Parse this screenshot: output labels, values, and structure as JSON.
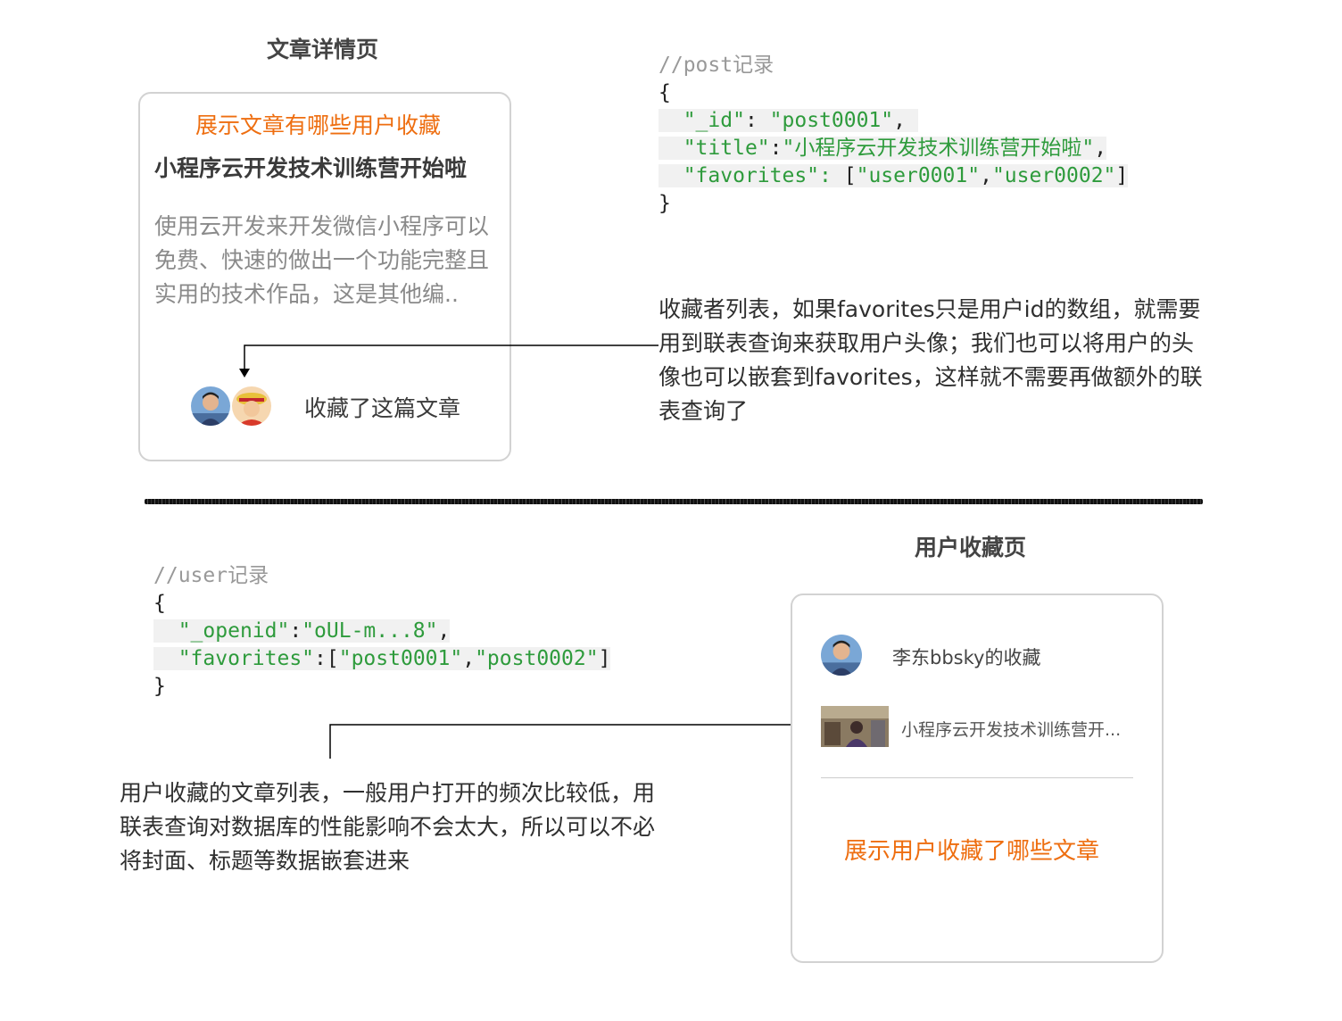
{
  "top": {
    "heading": "文章详情页",
    "card": {
      "highlight": "展示文章有哪些用户收藏",
      "title": "小程序云开发技术训练营开始啦",
      "summary": "使用云开发来开发微信小程序可以免费、快速的做出一个功能完整且实用的技术作品，这是其他编..",
      "favorited_text": "收藏了这篇文章"
    },
    "code": {
      "comment": "//post记录",
      "open": "{",
      "id_key": "\"_id\"",
      "id_val": "\"post0001\"",
      "title_key": "\"title\"",
      "title_val": "\"小程序云开发技术训练营开始啦\"",
      "fav_key": "\"favorites\"",
      "fav_val1": "\"user0001\"",
      "fav_val2": "\"user0002\"",
      "close": "}"
    },
    "note": "收藏者列表，如果favorites只是用户id的数组，就需要用到联表查询来获取用户头像；我们也可以将用户的头像也可以嵌套到favorites，这样就不需要再做额外的联表查询了"
  },
  "bottom": {
    "heading": "用户收藏页",
    "code": {
      "comment": "//user记录",
      "open": "{",
      "openid_key": "\"_openid\"",
      "openid_val": "\"oUL-m...8\"",
      "fav_key": "\"favorites\"",
      "fav_val1": "\"post0001\"",
      "fav_val2": "\"post0002\"",
      "close": "}"
    },
    "note": "用户收藏的文章列表，一般用户打开的频次比较低，用联表查询对数据库的性能影响不会太大，所以可以不必将封面、标题等数据嵌套进来",
    "card": {
      "user_title": "李东bbsky的收藏",
      "item_title": "小程序云开发技术训练营开...",
      "highlight": "展示用户收藏了哪些文章"
    }
  },
  "colors": {
    "accent": "#ee6e10",
    "string": "#2e9b3c",
    "comment": "#999999"
  }
}
